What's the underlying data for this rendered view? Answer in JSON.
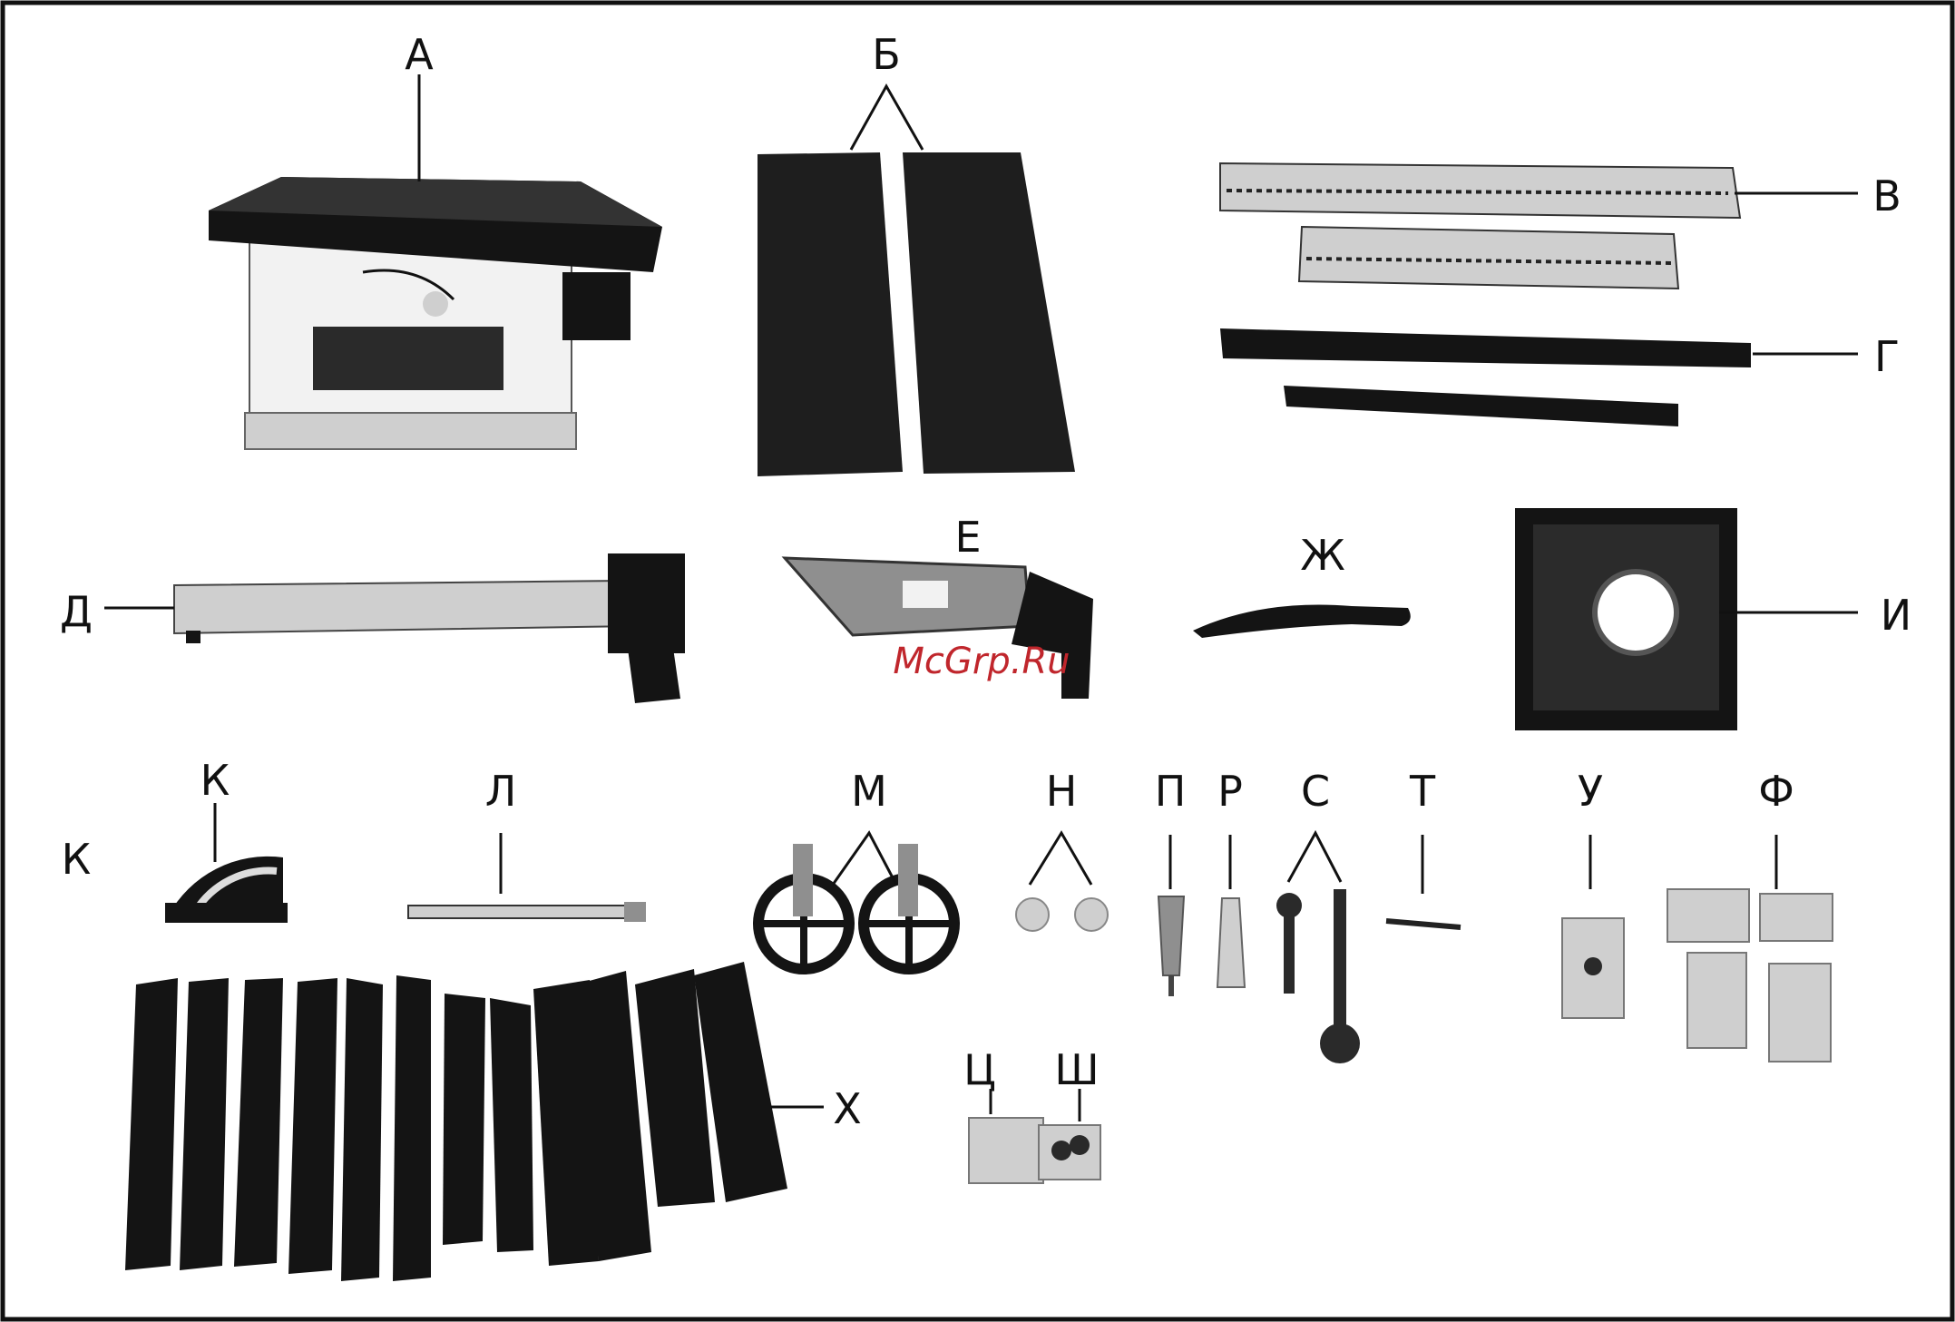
{
  "watermark": "McGrp.Ru",
  "labels": {
    "A": "А",
    "B": "Б",
    "V": "В",
    "G": "Г",
    "D": "Д",
    "E": "Е",
    "Zh": "Ж",
    "I": "И",
    "K_top": "К",
    "K_side": "К",
    "L": "Л",
    "M": "М",
    "N": "Н",
    "P": "П",
    "R": "Р",
    "S": "С",
    "T": "Т",
    "U": "У",
    "F": "Ф",
    "Kh": "Х",
    "Ts": "Ц",
    "Sh": "Ш"
  },
  "colors": {
    "frame": "#111111",
    "watermark": "#c0262c"
  }
}
